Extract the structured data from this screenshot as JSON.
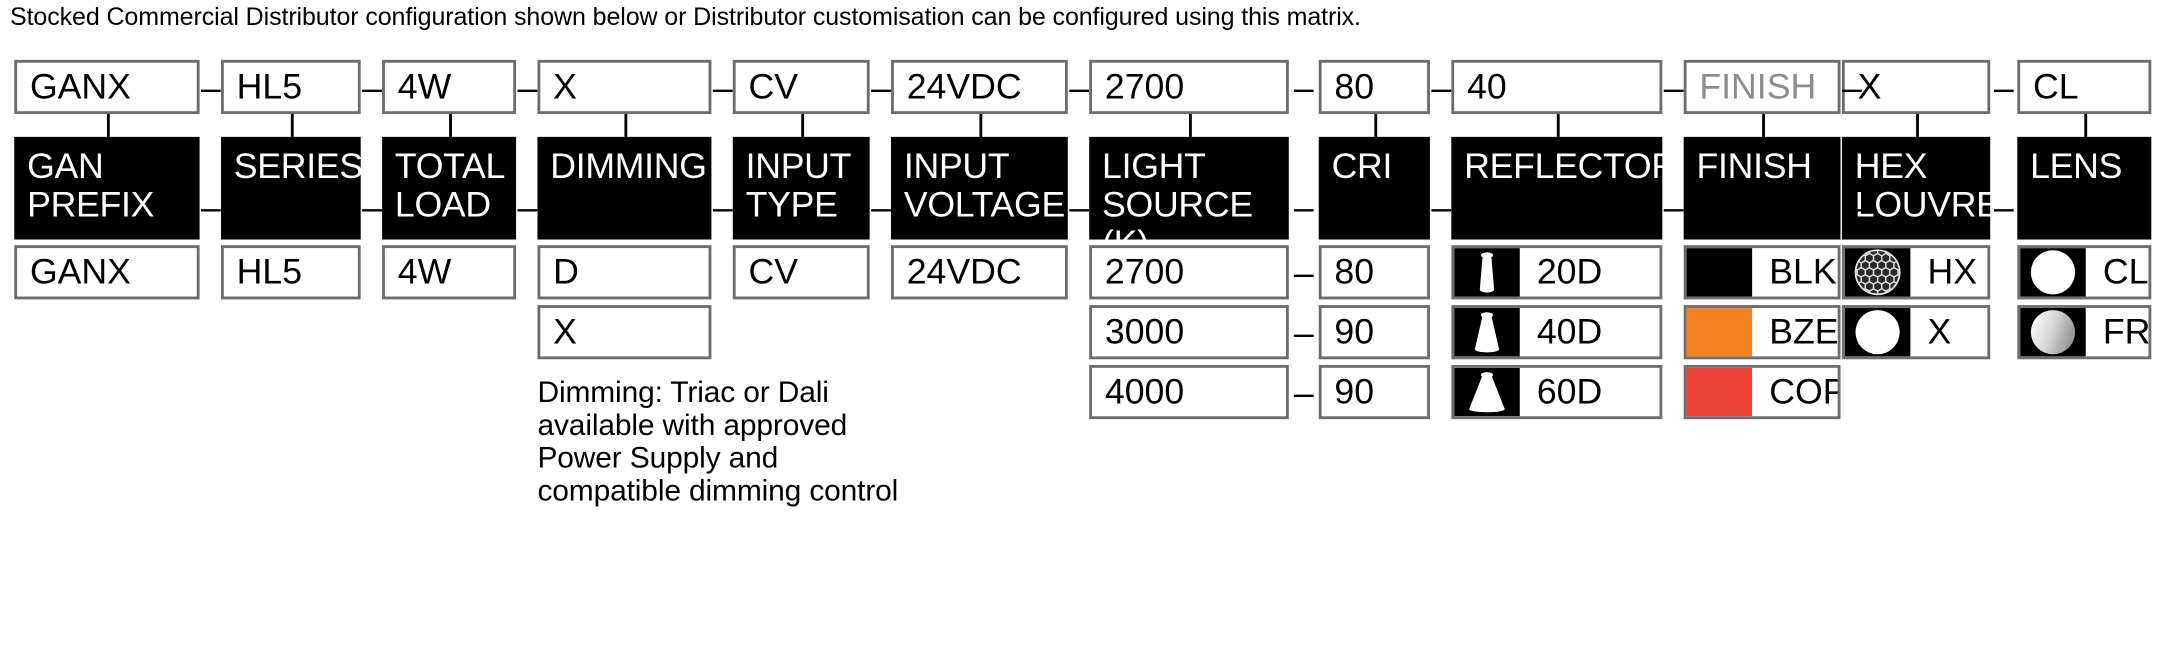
{
  "intro": "Stocked Commercial Distributor configuration shown below or Distributor customisation can be configured using this matrix.",
  "separator": "–",
  "columns": [
    {
      "key": "gan_prefix",
      "header": "GAN\nPREFIX",
      "selected": "GANX",
      "options": [
        "GANX"
      ]
    },
    {
      "key": "series",
      "header": "SERIES",
      "selected": "HL5",
      "options": [
        "HL5"
      ]
    },
    {
      "key": "total_load",
      "header": "TOTAL\nLOAD",
      "selected": "4W",
      "options": [
        "4W"
      ]
    },
    {
      "key": "dimming",
      "header": "DIMMING",
      "selected": "X",
      "options": [
        "D",
        "X"
      ],
      "note": "Dimming: Triac or Dali\navailable with approved\nPower Supply and\ncompatible dimming control"
    },
    {
      "key": "input_type",
      "header": "INPUT\nTYPE",
      "selected": "CV",
      "options": [
        "CV"
      ]
    },
    {
      "key": "input_voltage",
      "header": "INPUT\nVOLTAGE",
      "selected": "24VDC",
      "options": [
        "24VDC"
      ]
    },
    {
      "key": "light_source",
      "header": "LIGHT\nSOURCE (K)",
      "selected": "2700",
      "options": [
        "2700",
        "3000",
        "4000"
      ]
    },
    {
      "key": "cri",
      "header": "CRI",
      "selected": "80",
      "options": [
        "80",
        "90",
        "90"
      ]
    },
    {
      "key": "reflector",
      "header": "REFLECTOR",
      "selected": "40",
      "options": [
        {
          "label": "20D",
          "icon": "beam-cone-20-icon"
        },
        {
          "label": "40D",
          "icon": "beam-cone-40-icon"
        },
        {
          "label": "60D",
          "icon": "beam-cone-60-icon"
        }
      ]
    },
    {
      "key": "finish",
      "header": "FINISH",
      "selected": "FINISH",
      "selected_muted": true,
      "options": [
        {
          "label": "BLK",
          "icon": "colour-chip-black-icon",
          "color": "#000000"
        },
        {
          "label": "BZE",
          "icon": "colour-chip-bronze-icon",
          "color": "#F58220"
        },
        {
          "label": "COP",
          "icon": "colour-chip-copper-icon",
          "color": "#EE4238"
        }
      ]
    },
    {
      "key": "hex_louvre",
      "header": "HEX\nLOUVRE",
      "selected": "X",
      "options": [
        {
          "label": "HX",
          "icon": "honeycomb-louvre-icon"
        },
        {
          "label": "X",
          "icon": "open-aperture-icon"
        }
      ]
    },
    {
      "key": "lens",
      "header": "LENS",
      "selected": "CL",
      "options": [
        {
          "label": "CL",
          "icon": "clear-lens-icon"
        },
        {
          "label": "FR",
          "icon": "frosted-lens-icon"
        }
      ]
    }
  ]
}
